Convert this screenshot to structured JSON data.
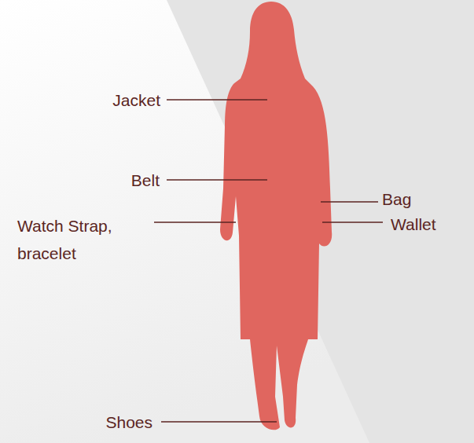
{
  "diagram": {
    "labels": [
      "Jacket",
      "Belt",
      "Watch Strap, bracelet",
      "Bag",
      "Wallet",
      "Shoes"
    ]
  }
}
